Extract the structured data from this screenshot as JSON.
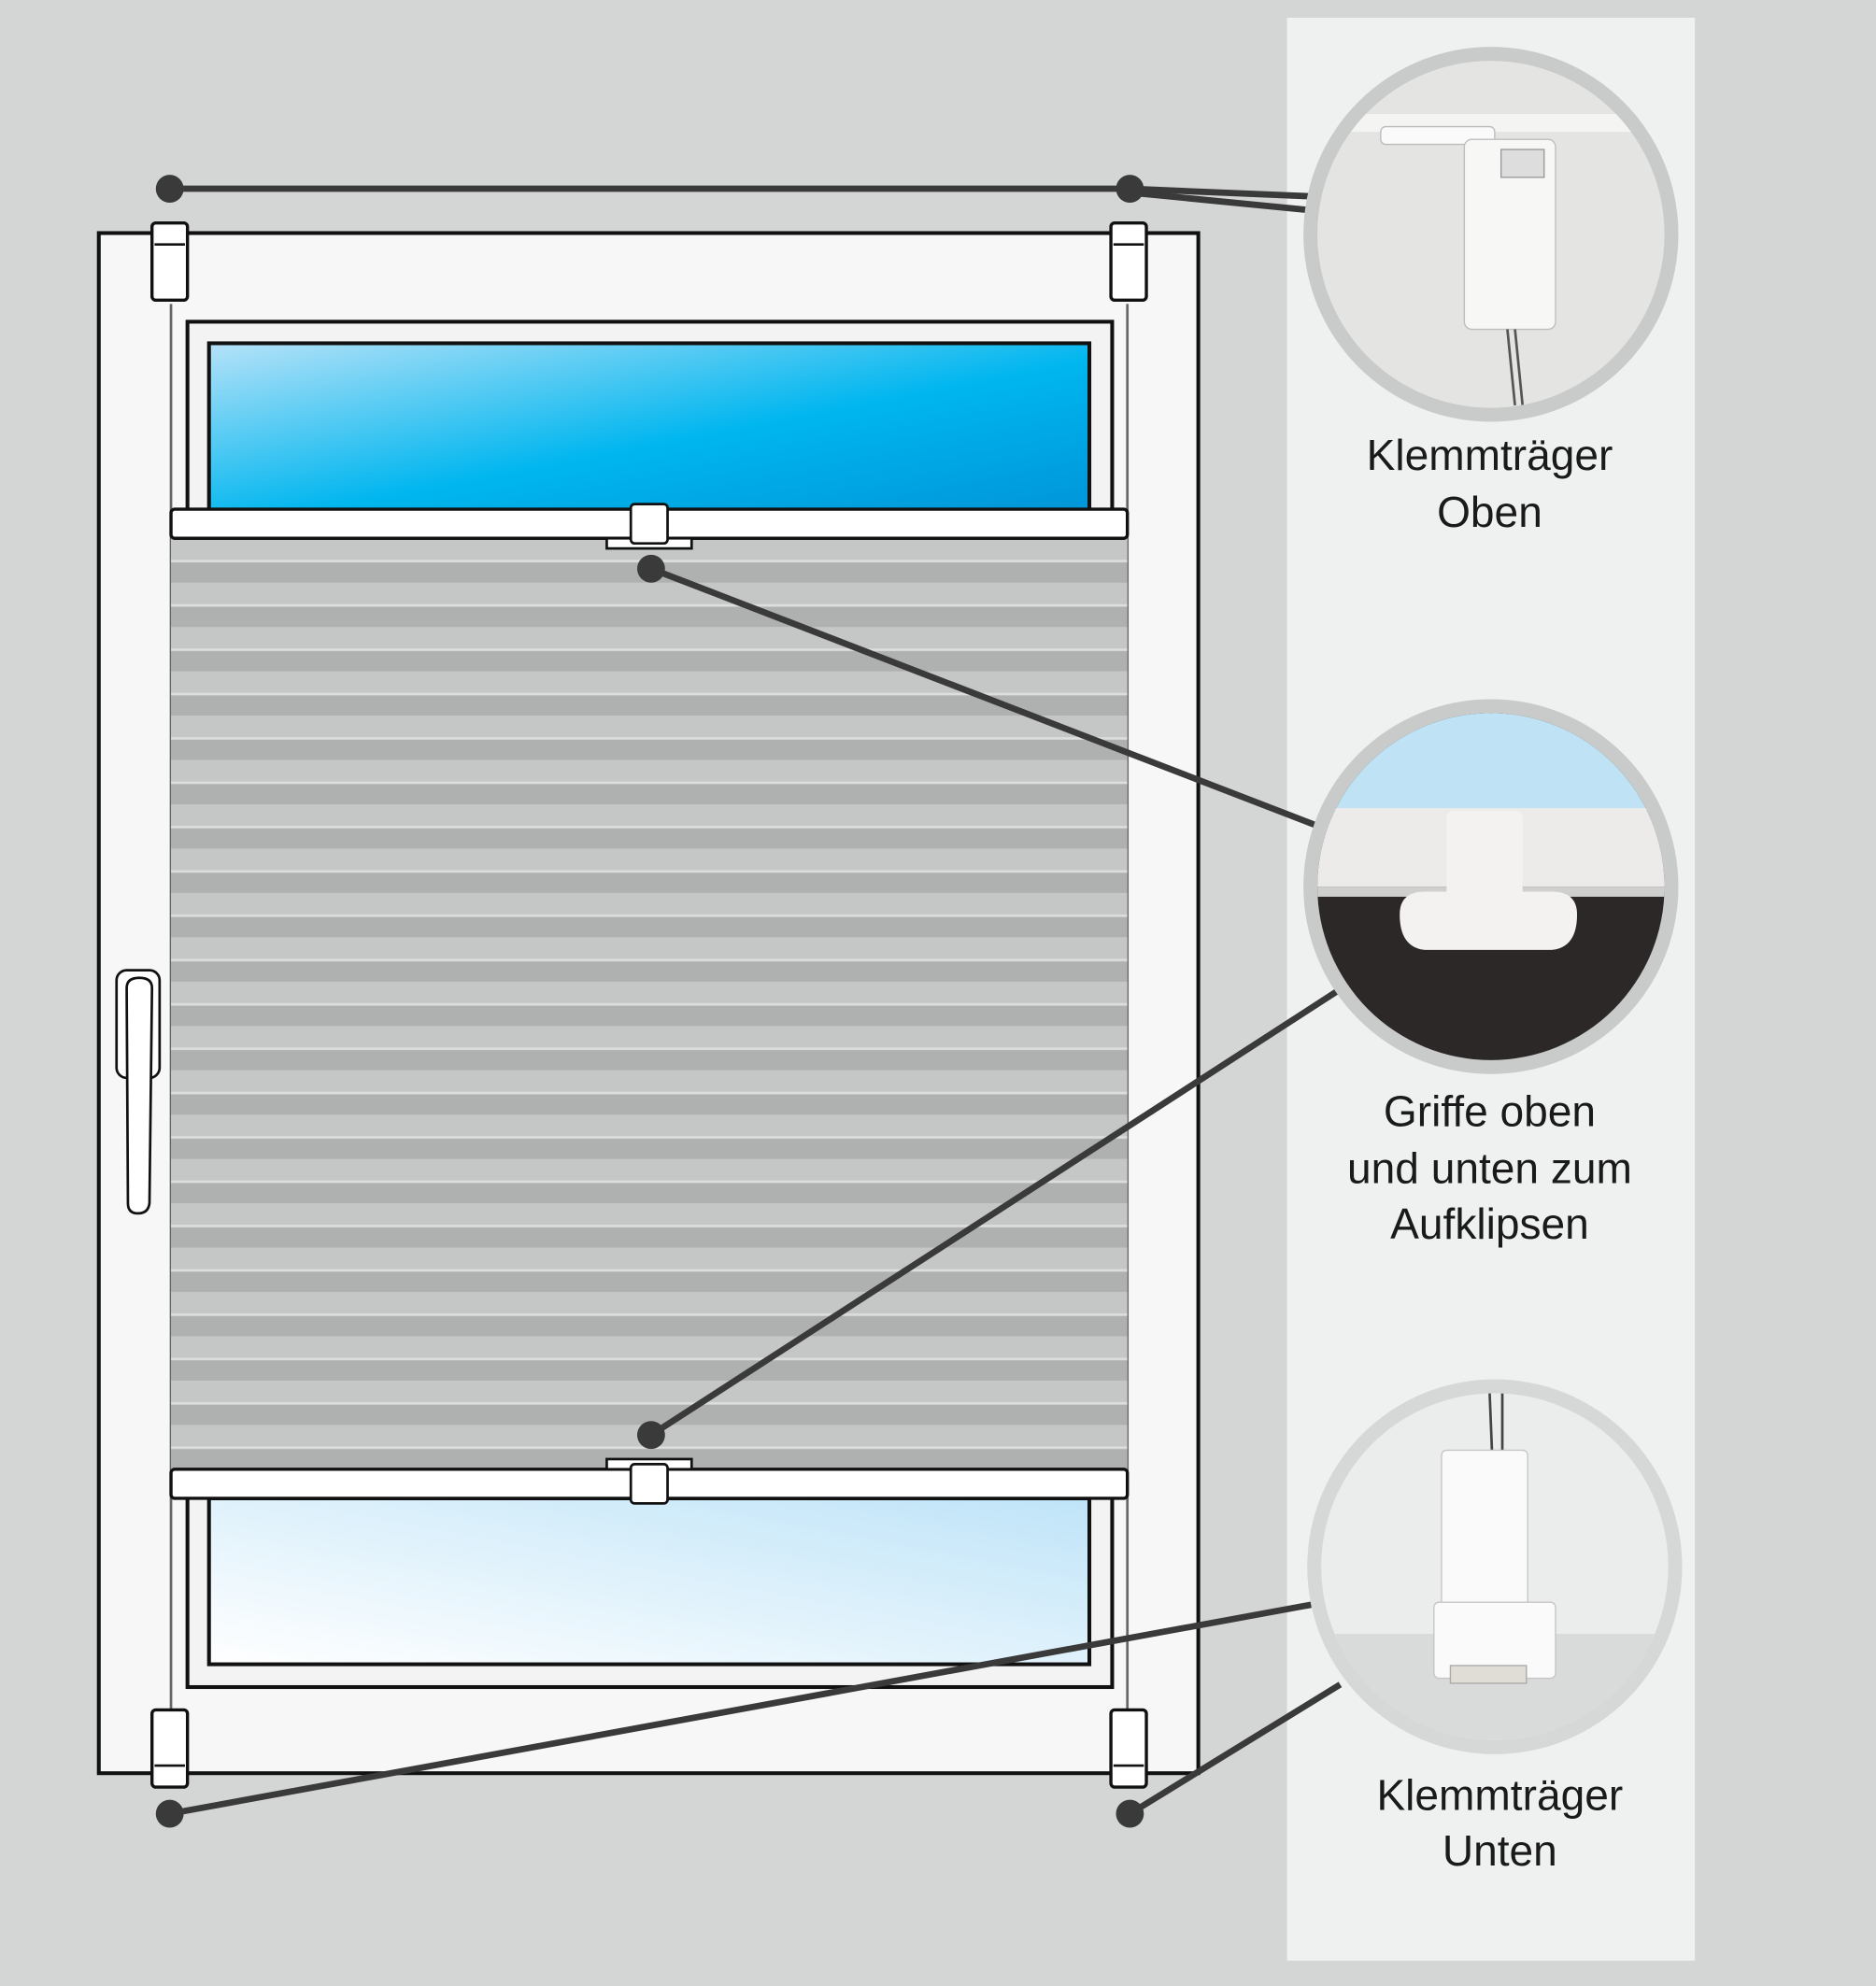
{
  "labels": {
    "top_bracket": [
      "Klemmträger",
      "Oben"
    ],
    "handles": [
      "Griffe oben",
      "und unten zum",
      "Aufklipsen"
    ],
    "bottom_bracket": [
      "Klemmträger",
      "Unten"
    ]
  },
  "colors": {
    "background": "#d4d6d5",
    "panel": "#eff1f0",
    "pleat_light": "#c4c6c6",
    "pleat_dark": "#aeb0b0",
    "leader": "#3a3a3a",
    "glass_blue": "#00b4ee"
  }
}
